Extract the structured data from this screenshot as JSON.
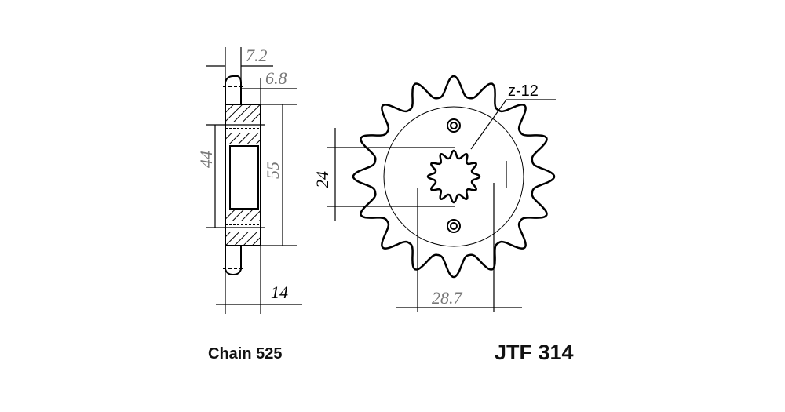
{
  "dimensions": {
    "w1": "7.2",
    "w2": "6.8",
    "bore": "44",
    "hub": "55",
    "width": "14",
    "spline": "24",
    "flat": "28.7",
    "spline_teeth": "z-12"
  },
  "sprocket": {
    "teeth": 16,
    "spline_teeth": 12
  },
  "labels": {
    "chain": "Chain 525",
    "part": "JTF 314"
  }
}
